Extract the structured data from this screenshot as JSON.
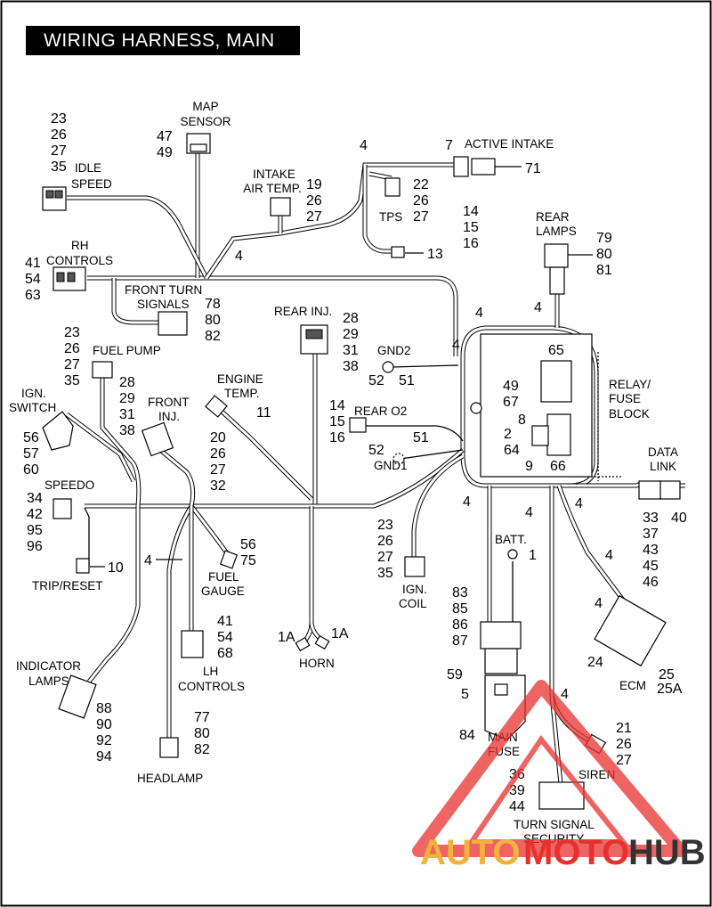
{
  "title": "WIRING HARNESS, MAIN",
  "labels": {
    "map_sensor": [
      "MAP",
      "SENSOR"
    ],
    "idle_speed": [
      "IDLE",
      "SPEED"
    ],
    "intake_air_temp": [
      "INTAKE",
      "AIR TEMP."
    ],
    "active_intake": "ACTIVE INTAKE",
    "tps": "TPS",
    "rear_lamps": [
      "REAR",
      "LAMPS"
    ],
    "rh_controls": [
      "RH",
      "CONTROLS"
    ],
    "front_turn_signals": [
      "FRONT TURN",
      "SIGNALS"
    ],
    "rear_inj": "REAR INJ.",
    "gnd2": "GND2",
    "relay_fuse_block": [
      "RELAY/",
      "FUSE",
      "BLOCK"
    ],
    "fuel_pump": "FUEL PUMP",
    "ign_switch": [
      "IGN.",
      "SWITCH"
    ],
    "front_inj": [
      "FRONT",
      "INJ."
    ],
    "engine_temp": [
      "ENGINE",
      "TEMP."
    ],
    "rear_o2": "REAR O2",
    "gnd1": "GND1",
    "data_link": [
      "DATA",
      "LINK"
    ],
    "speedo": "SPEEDO",
    "trip_reset": "TRIP/RESET",
    "fuel_gauge": [
      "FUEL",
      "GAUGE"
    ],
    "ign_coil": [
      "IGN.",
      "COIL"
    ],
    "batt": "BATT.",
    "ecm": "ECM",
    "lh_controls": [
      "LH",
      "CONTROLS"
    ],
    "horn": "HORN",
    "indicator_lamps": [
      "INDICATOR",
      "LAMPS"
    ],
    "main_fuse": [
      "MAIN",
      "FUSE"
    ],
    "siren": "SIREN",
    "turn_signal_security": [
      "TURN SIGNAL",
      "SECURITY"
    ],
    "headlamp": "HEADLAMP"
  },
  "callouts": {
    "idle_speed": [
      "23",
      "26",
      "27",
      "35"
    ],
    "map_sensor": [
      "47",
      "49"
    ],
    "four_a": "4",
    "seven": "7",
    "active_intake": "71",
    "intake_air_temp": [
      "19",
      "26",
      "27"
    ],
    "tps": [
      "22",
      "26",
      "27"
    ],
    "thirteen": "13",
    "active_intake_lower": [
      "14",
      "15",
      "16"
    ],
    "rear_lamps": [
      "79",
      "80",
      "81"
    ],
    "four_b": "4",
    "rh_controls": [
      "41",
      "54",
      "63"
    ],
    "front_turn_signals": [
      "78",
      "80",
      "82"
    ],
    "rear_inj": [
      "28",
      "29",
      "31",
      "38"
    ],
    "four_c": "4",
    "four_d": "4",
    "four_e": "4",
    "gnd2": [
      "52",
      "51"
    ],
    "relay_top": "65",
    "relay_left": [
      "49",
      "67"
    ],
    "relay_mid": [
      "8",
      "2",
      "64"
    ],
    "relay_bottom": [
      "9",
      "66"
    ],
    "fuel_pump": [
      "23",
      "26",
      "27",
      "35"
    ],
    "front_inj": [
      "28",
      "29",
      "31",
      "38"
    ],
    "engine_temp": [
      "20",
      "26",
      "27",
      "32"
    ],
    "eleven": "11",
    "rear_o2": [
      "14",
      "15",
      "16"
    ],
    "gnd1": [
      "52",
      "51"
    ],
    "ign_switch": [
      "56",
      "57",
      "60"
    ],
    "speedo": [
      "34",
      "42",
      "95",
      "96"
    ],
    "trip_reset": "10",
    "four_f": "4",
    "fuel_gauge": [
      "56",
      "75"
    ],
    "ign_coil": [
      "23",
      "26",
      "27",
      "35"
    ],
    "four_g": "4",
    "four_h": "4",
    "four_i": "4",
    "data_link": [
      "33",
      "37",
      "43",
      "45",
      "46"
    ],
    "forty": "40",
    "batt": "1",
    "four_j": "4",
    "four_k": "4",
    "main_fuse_block": [
      "83",
      "85",
      "86",
      "87"
    ],
    "fifty_nine": "59",
    "five": "5",
    "eighty_four": "84",
    "ecm": [
      "24",
      "25",
      "25A"
    ],
    "lh_controls": [
      "41",
      "54",
      "68"
    ],
    "horn": [
      "1A",
      "1A"
    ],
    "indicator_lamps": [
      "88",
      "90",
      "92",
      "94"
    ],
    "headlamp": [
      "77",
      "80",
      "82"
    ],
    "siren": [
      "21",
      "26",
      "27"
    ],
    "four_l": "4",
    "turn_signal_security": [
      "36",
      "39",
      "44"
    ]
  },
  "watermark": {
    "text_a": "AUTO",
    "text_b": "MOTO",
    "text_c": "HUB",
    "color_a": "#f5b13b",
    "color_b": "#e8312f",
    "color_c": "#333333"
  },
  "colors": {
    "title_bg": "#000000",
    "title_fg": "#ffffff",
    "watermark_red": "#e8312f"
  }
}
